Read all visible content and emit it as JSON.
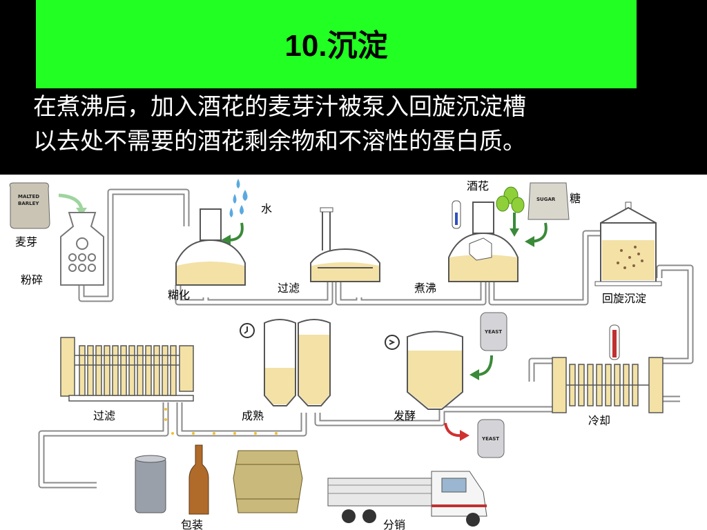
{
  "title": "10.沉淀",
  "description_lines": [
    "在煮沸后，加入酒花的麦芽汁被泵入回旋沉淀槽",
    "以去处不需要的酒花剩余物和不溶性的蛋白质。"
  ],
  "labels": {
    "malt": "麦芽",
    "crush": "粉碎",
    "water": "水",
    "mash": "糊化",
    "filter1": "过滤",
    "hops": "酒花",
    "sugar": "糖",
    "boil": "煮沸",
    "whirlpool": "回旋沉淀",
    "cooling": "冷却",
    "fermentation": "发酵",
    "maturation": "成熟",
    "filter2": "过滤",
    "packaging": "包装",
    "distribution": "分销"
  },
  "sack_text": {
    "malted_barley_1": "MALTED",
    "malted_barley_2": "BARLEY",
    "sugar": "SUGAR",
    "yeast": "YEAST"
  },
  "colors": {
    "title_bg": "#22ff22",
    "wort": "#f3e1a6",
    "pipe": "#9a9a9a",
    "arrow_green": "#3a8a3a",
    "arrow_red": "#d03030"
  }
}
